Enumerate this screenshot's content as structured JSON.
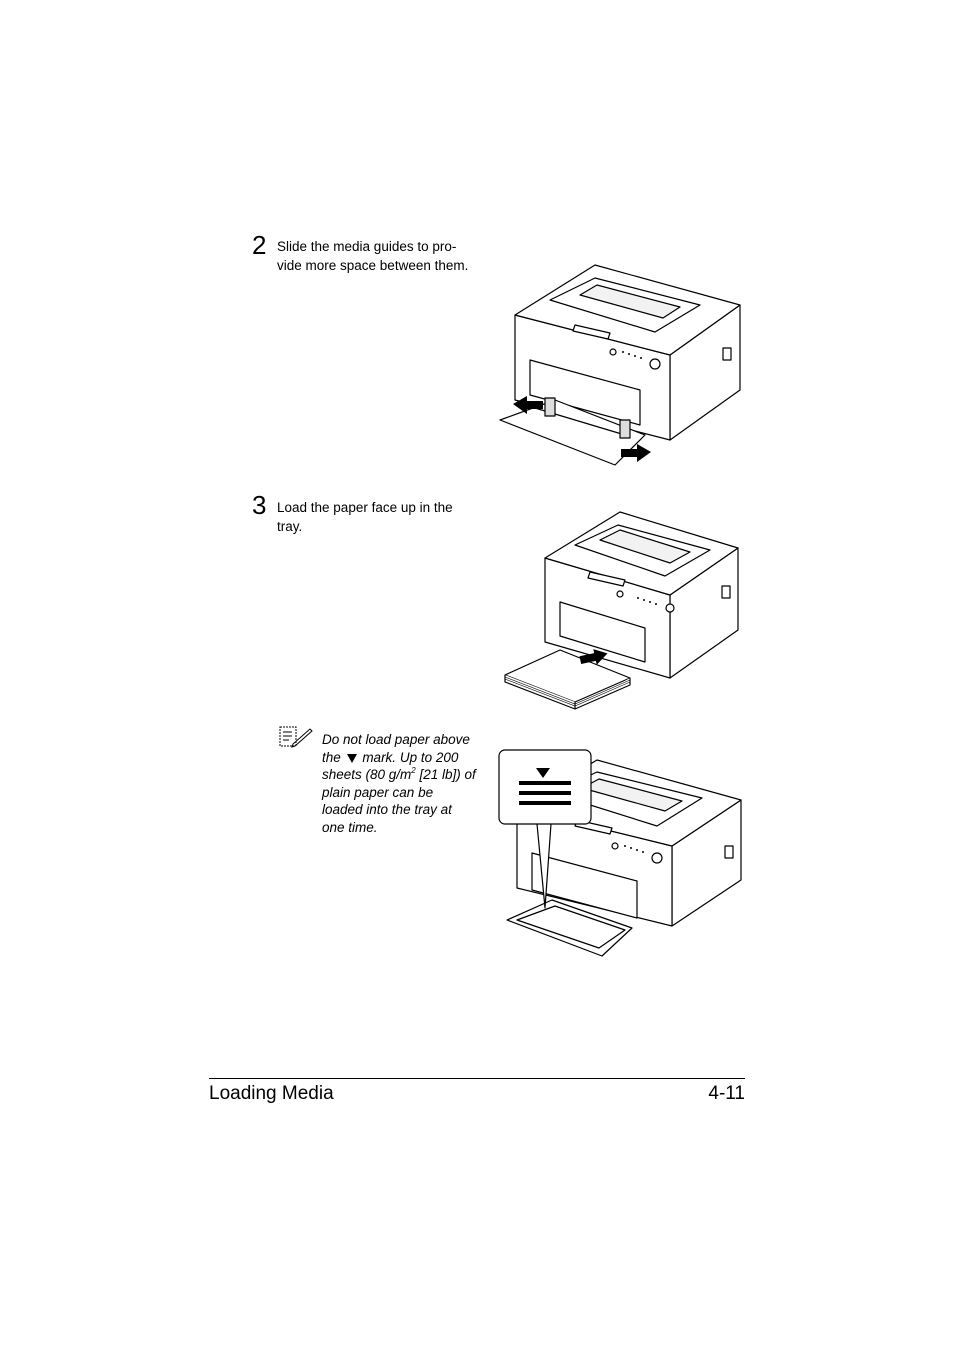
{
  "steps": [
    {
      "number": "2",
      "text_line1": "Slide the media guides to pro-",
      "text_line2": "vide more space between them."
    },
    {
      "number": "3",
      "text_line1": "Load the paper face up in the",
      "text_line2": "tray."
    }
  ],
  "note": {
    "icon": "note-pencil-icon",
    "line1": "Do not load paper above",
    "line2_a": "the",
    "line2_b": "mark. Up to 200",
    "line3_a": "sheets (80 g/m",
    "line3_sup": "2",
    "line3_b": " [21 lb]) of",
    "line4": "plain paper can be",
    "line5": "loaded into the tray at",
    "line6": "one time."
  },
  "footer": {
    "section": "Loading Media",
    "page": "4-11"
  }
}
